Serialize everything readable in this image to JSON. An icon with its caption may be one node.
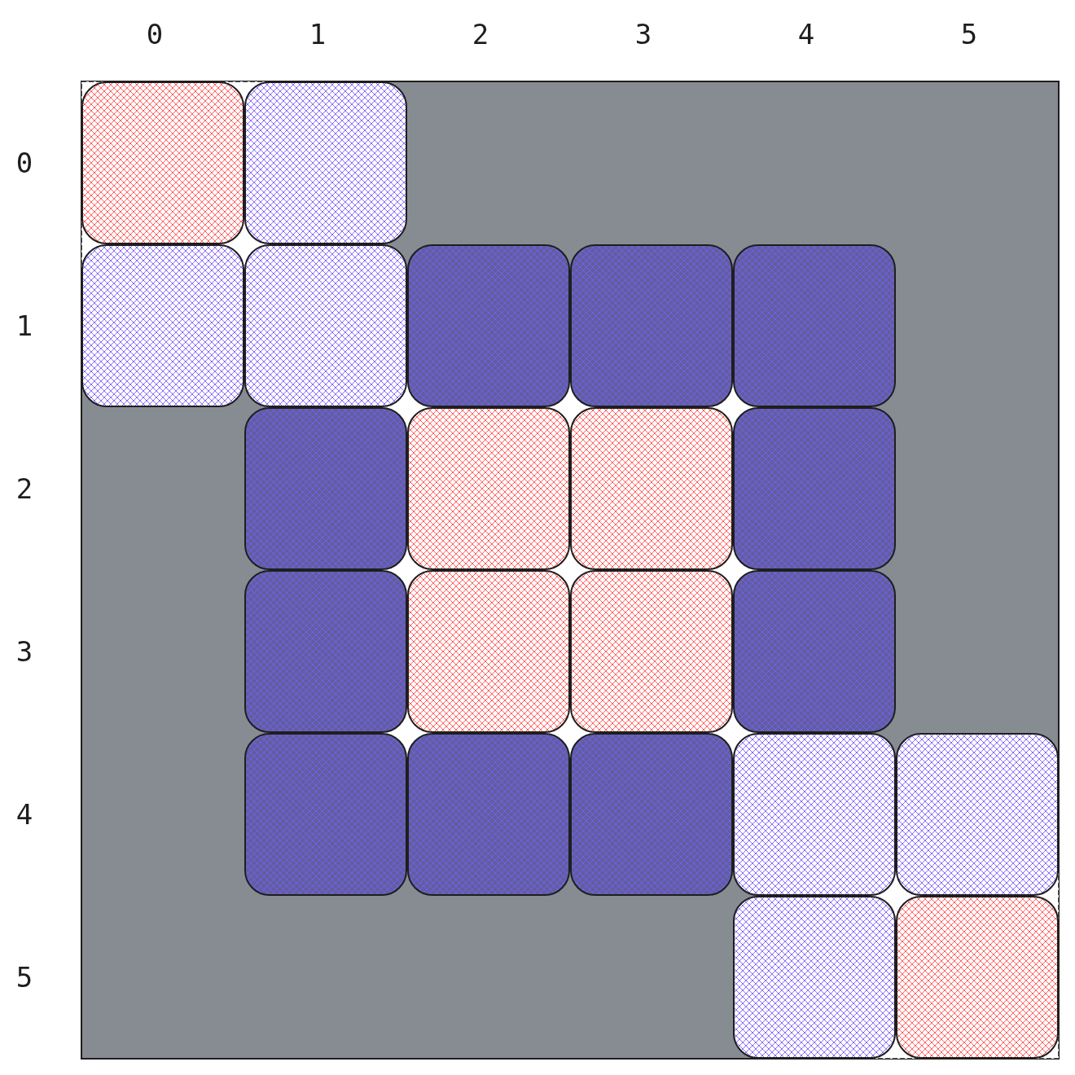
{
  "diagram": {
    "labels": [
      "0",
      "1",
      "2",
      "3",
      "4",
      "5",
      "0",
      "1",
      "2",
      "3",
      "4",
      "5"
    ]
  }
}
